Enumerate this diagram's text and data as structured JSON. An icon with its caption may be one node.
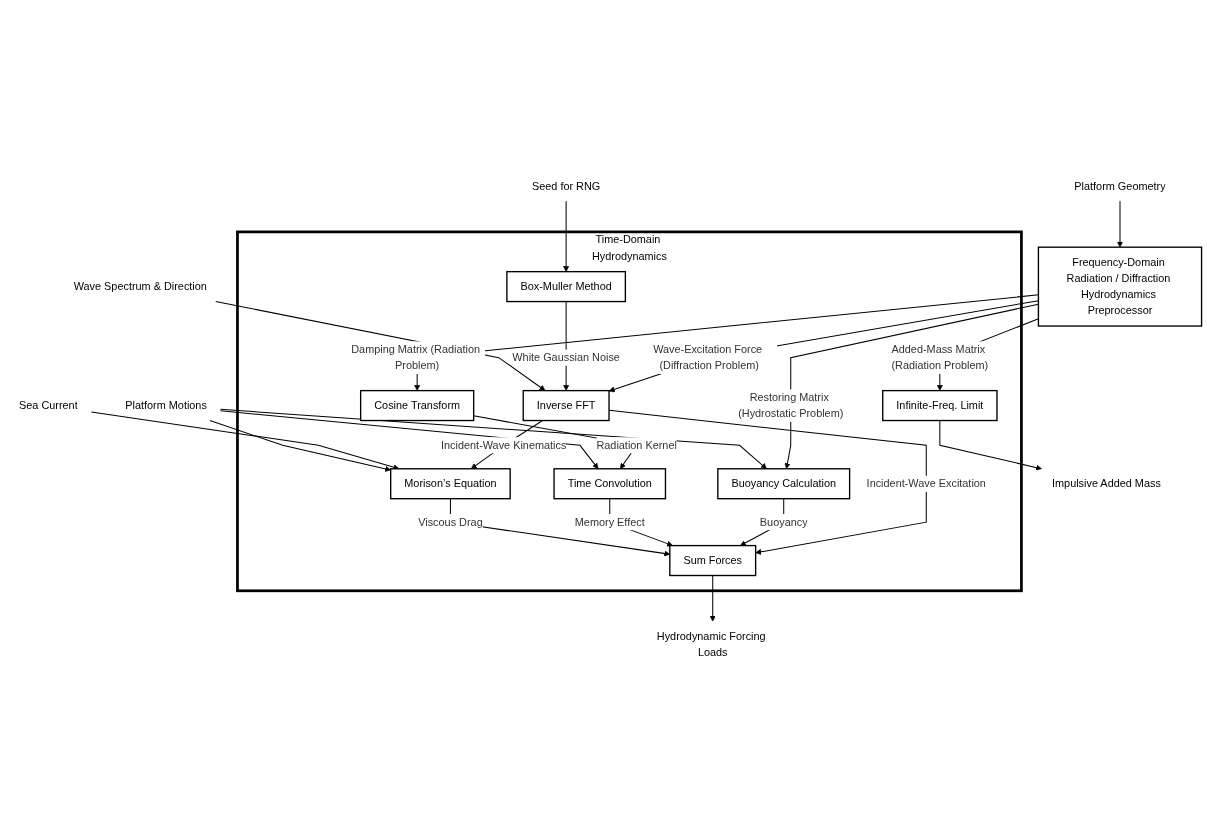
{
  "diagram": {
    "nodes": [
      {
        "text": [
          "Platform Geometry"
        ]
      },
      {
        "text": [
          "Frequency-Domain Radiation / Diffraction Hydrodynamics Preprocessor"
        ]
      },
      {
        "text": [
          "Time-Domain Hydrodynamics"
        ]
      },
      {
        "text": [
          "Seed for RNG"
        ]
      },
      {
        "text": [
          "Box-Muller Method"
        ],
        "in": 2
      },
      {
        "text": [
          "Cosine Transform"
        ],
        "in": 2
      },
      {
        "text": [
          "Infinite-Freq. Limit"
        ],
        "in": 2
      },
      {
        "text": [
          "Wave Spectrum & Direction"
        ]
      },
      {
        "text": [
          "Inverse FFT"
        ],
        "in": 2
      },
      {
        "text": [
          "Buoyancy Calculation"
        ],
        "in": 2
      },
      {
        "text": [
          "Time Convolution"
        ],
        "in": 2
      },
      {
        "text": [
          "Sea Current"
        ]
      },
      {
        "text": [
          "Morison’s Equation"
        ],
        "in": 2
      },
      {
        "text": [
          "Sum Forces"
        ],
        "in": 2
      },
      {
        "text": [
          "Platform Motions"
        ]
      },
      {
        "text": [
          "Hydrodynamic Forcing Loads"
        ]
      },
      {
        "text": [
          "Impulsive Added Mass"
        ]
      }
    ],
    "edges": [
      {
        "from": 0,
        "to": 1,
        "arrow": "to"
      },
      {
        "from": 1,
        "to": 8,
        "arrow": "to",
        "label": "Wave-Excitation Force (Diffraction Problem)"
      },
      {
        "from": 1,
        "to": 9,
        "arrow": "to",
        "label": "Restoring Matrix (Hydrostatic Problem)"
      },
      {
        "from": 1,
        "to": 5,
        "arrow": "to",
        "label": "Damping Matrix (Radiation Problem)"
      },
      {
        "from": 1,
        "to": 6,
        "arrow": "to",
        "label": "Added-Mass Matrix (Radiation Problem)"
      },
      {
        "from": 3,
        "to": 4,
        "arrow": "to"
      },
      {
        "from": 4,
        "to": 8,
        "arrow": "to",
        "label": "White Gaussian Noise"
      },
      {
        "from": 7,
        "to": 8,
        "arrow": "to"
      },
      {
        "from": 5,
        "to": 10,
        "arrow": "to",
        "label": "Radiation Kernel"
      },
      {
        "from": 8,
        "to": 12,
        "arrow": "to",
        "label": "Incident-Wave Kinematics"
      },
      {
        "from": 8,
        "to": 13,
        "arrow": "to",
        "label": "Incident-Wave Excitation"
      },
      {
        "from": 9,
        "to": 13,
        "arrow": "to",
        "label": "Buoyancy"
      },
      {
        "from": 10,
        "to": 13,
        "arrow": "to",
        "label": "Memory Effect"
      },
      {
        "from": 11,
        "to": 12,
        "arrow": "to"
      },
      {
        "from": 12,
        "to": 13,
        "arrow": "to",
        "label": "Viscous Drag"
      },
      {
        "from": 14,
        "to": 12,
        "arrow": "to"
      },
      {
        "from": 14,
        "to": 9,
        "arrow": "to"
      },
      {
        "from": 14,
        "to": 10,
        "arrow": "to"
      },
      {
        "from": 13,
        "to": 15,
        "arrow": "to"
      },
      {
        "from": 6,
        "to": 16,
        "arrow": "to"
      }
    ]
  }
}
